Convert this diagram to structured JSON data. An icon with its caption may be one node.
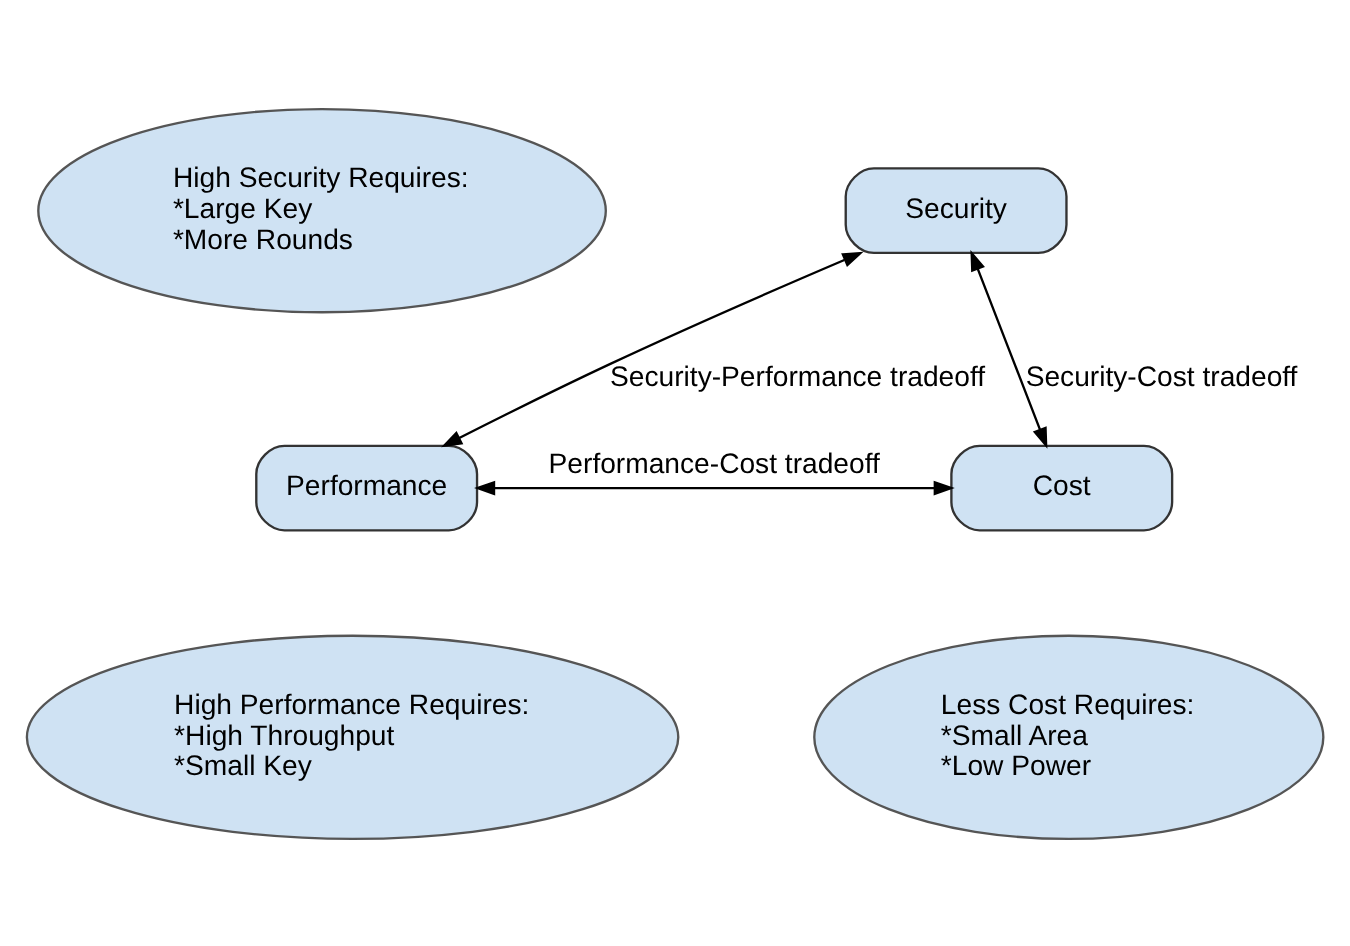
{
  "diagram": {
    "nodes": [
      {
        "text": [
          "High Security Requires:",
          "*Large Key",
          "*More Rounds"
        ]
      },
      {
        "text": [
          "Security"
        ]
      },
      {
        "text": [
          "Performance"
        ]
      },
      {
        "text": [
          "Cost"
        ]
      },
      {
        "text": [
          "High Performance Requires:",
          "*High Throughput",
          "*Small Key"
        ]
      },
      {
        "text": [
          "Less Cost Requires:",
          "*Small Area",
          "*Low Power"
        ]
      }
    ],
    "edges": [
      {
        "from": 1,
        "to": 2,
        "arrow": "both",
        "label": "Security-Performance tradeoff"
      },
      {
        "from": 1,
        "to": 3,
        "arrow": "both",
        "label": "Security-Cost tradeoff"
      },
      {
        "from": 2,
        "to": 3,
        "arrow": "both",
        "label": "Performance-Cost tradeoff"
      }
    ]
  }
}
